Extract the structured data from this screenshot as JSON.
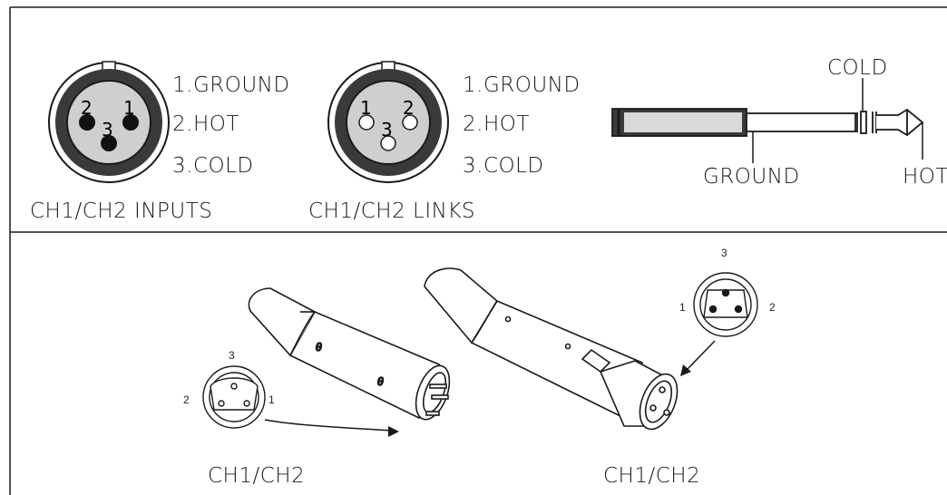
{
  "panels": {
    "inputs": {
      "caption": "CH1/CH2 INPUTS",
      "pins": [
        "2",
        "1",
        "3"
      ],
      "legend": [
        "1.GROUND",
        "2.HOT",
        "3.COLD"
      ]
    },
    "links": {
      "caption": "CH1/CH2 LINKS",
      "pins": [
        "1",
        "2",
        "3"
      ],
      "legend": [
        "1.GROUND",
        "2.HOT",
        "3.COLD"
      ]
    },
    "jack": {
      "labels": {
        "cold": "COLD",
        "ground": "GROUND",
        "hot": "HOT"
      }
    },
    "male_xlr": {
      "caption": "CH1/CH2",
      "pins": [
        "3",
        "2",
        "1"
      ]
    },
    "female_xlr": {
      "caption": "CH1/CH2",
      "pins": [
        "3",
        "1",
        "2"
      ]
    }
  },
  "colors": {
    "line": "#1a1a1a",
    "ring": "#3a3a3a",
    "face": "#cfcfcf",
    "paper": "#ffffff"
  }
}
